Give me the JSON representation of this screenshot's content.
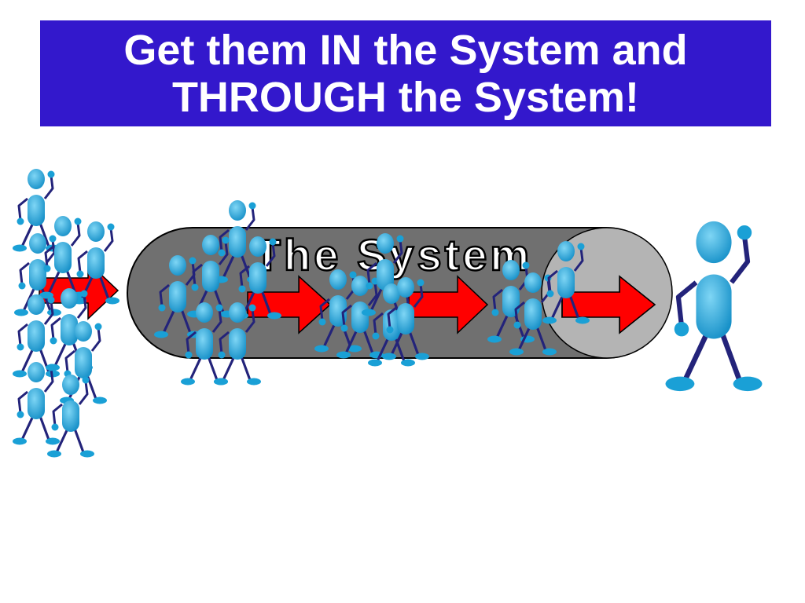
{
  "slide": {
    "title_line1": "Get them IN the System and",
    "title_line2": "THROUGH the System!"
  },
  "diagram": {
    "system_label": "The System",
    "colors": {
      "title_bg": "#3318cc",
      "title_text": "#ffffff",
      "tube": "#707070",
      "tube_end": "#b4b4b4",
      "arrow": "#ff0000",
      "figure": "#1aa0d6",
      "figure_outline": "#23237a"
    },
    "icons": [
      "person-figure-icon",
      "right-arrow-icon"
    ]
  }
}
